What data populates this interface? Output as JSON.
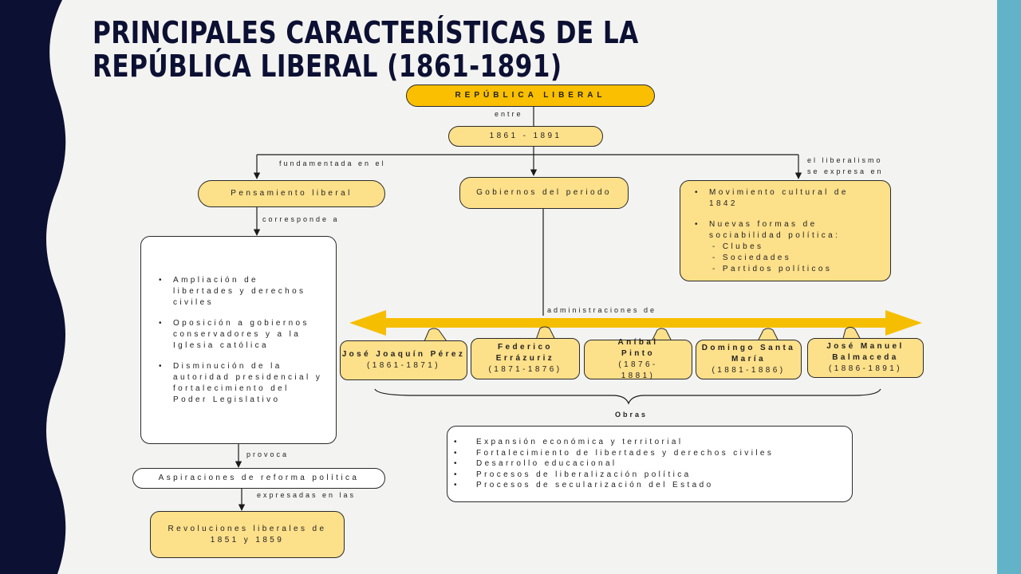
{
  "title": "PRINCIPALES CARACTERÍSTICAS DE LA REPÚBLICA LIBERAL (1861-1891)",
  "colors": {
    "navy": "#0c1033",
    "teal": "#63b3c8",
    "box_fill": "#fde08a",
    "header_fill": "#f9bf00",
    "arrow": "#f6be00"
  },
  "header": "REPÚBLICA LIBERAL",
  "label_entre": "entre",
  "years": "1861 - 1891",
  "label_fundamentada": "fundamentada en el",
  "label_liberalismo_1": "el liberalismo",
  "label_liberalismo_2": "se expresa en",
  "pensamiento": "Pensamiento liberal",
  "gobiernos": "Gobiernos del periodo",
  "movimiento": {
    "item1": "Movimiento cultural de 1842",
    "item2": "Nuevas formas de sociabilidad política:",
    "subs": [
      "- Clubes",
      "- Sociedades",
      "- Partidos políticos"
    ]
  },
  "label_corresponde": "corresponde a",
  "caracteristicas": [
    "Ampliación de libertades y derechos civiles",
    "Oposición a gobiernos conservadores y a la Iglesia católica",
    "Disminución de la autoridad presidencial y fortalecimiento del Poder Legislativo"
  ],
  "label_administraciones": "administraciones de",
  "presidentes": [
    {
      "name": "José Joaquín Pérez",
      "years": "(1861-1871)"
    },
    {
      "name": "Federico Errázuriz",
      "years": "(1871-1876)"
    },
    {
      "name": "Aníbal Pinto",
      "years": "(1876-1881)"
    },
    {
      "name": "Domingo Santa María",
      "years": "(1881-1886)"
    },
    {
      "name": "José Manuel Balmaceda",
      "years": "(1886-1891)"
    }
  ],
  "label_obras": "Obras",
  "obras": [
    "Expansión económica y territorial",
    "Fortalecimiento de libertades y derechos civiles",
    "Desarrollo educacional",
    "Procesos de liberalización política",
    "Procesos de secularización del Estado"
  ],
  "label_provoca": "provoca",
  "aspiraciones": "Aspiraciones de reforma política",
  "label_expresadas": "expresadas en las",
  "revoluciones": "Revoluciones liberales de 1851 y 1859"
}
